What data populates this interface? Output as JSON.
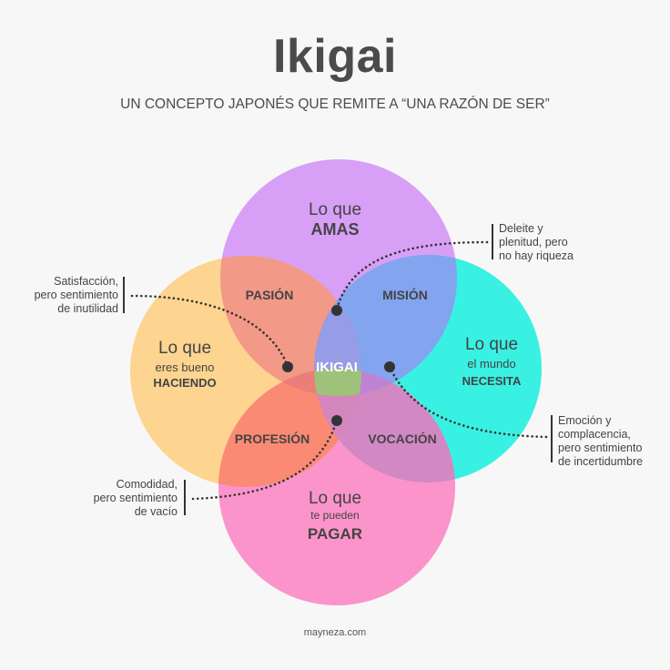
{
  "header": {
    "title": "Ikigai",
    "subtitle": "UN CONCEPTO JAPONÉS QUE REMITE A “UNA RAZÓN DE SER”"
  },
  "colors": {
    "amas": "#d59af5",
    "haciendo": "#fdd28a",
    "necesita": "#2ef0e2",
    "pagar": "#fb8ec8",
    "center": "#9fc27a"
  },
  "circles": {
    "amas": {
      "line1": "Lo que",
      "line2": "AMAS"
    },
    "haciendo": {
      "line1": "Lo que",
      "line2": "eres bueno",
      "line3": "HACIENDO"
    },
    "necesita": {
      "line1": "Lo que",
      "line2": "el mundo",
      "line3": "NECESITA"
    },
    "pagar": {
      "line1": "Lo que",
      "line2": "te pueden",
      "line3": "PAGAR"
    }
  },
  "intersections": {
    "pasion": "PASIÓN",
    "mision": "MISIÓN",
    "profesion": "PROFESIÓN",
    "vocacion": "VOCACIÓN",
    "ikigai": "IKIGAI"
  },
  "notes": {
    "satisfaccion": [
      "Satisfacción,",
      "pero sentimiento",
      "de inutilidad"
    ],
    "deleite": [
      "Deleite y",
      "plenitud, pero",
      "no hay riqueza"
    ],
    "emocion": [
      "Emoción y",
      "complacencia,",
      "pero sentimiento",
      "de incertidumbre"
    ],
    "comodidad": [
      "Comodidad,",
      "pero sentimiento",
      "de vacío"
    ]
  },
  "footer": {
    "credit": "mayneza.com"
  }
}
